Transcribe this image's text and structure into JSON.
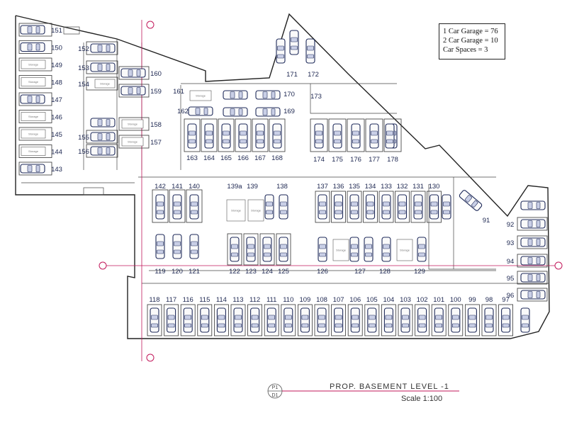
{
  "legend": {
    "one_car_garage": "1 Car Garage = 76",
    "two_car_garage": "2 Car Garage = 10",
    "car_spaces": "Car Spaces     = 3"
  },
  "title_block": {
    "tag_top": "P1",
    "tag_bottom": "D1",
    "title": "PROP.  BASEMENT LEVEL  -1",
    "scale": "Scale  1:100"
  },
  "colors": {
    "accent": "#c2185b",
    "ink": "#1c2650"
  },
  "storage_label": "Storage",
  "icons": [
    "car-icon",
    "grid-marker-icon"
  ],
  "bays": {
    "left_column": [
      "151",
      "150",
      "149",
      "148",
      "147",
      "146",
      "145",
      "144",
      "143"
    ],
    "column_152_156": [
      "152",
      "153",
      "154",
      "155",
      "156"
    ],
    "column_157_160": [
      "160",
      "159",
      "158",
      "157"
    ],
    "stall_161": "161",
    "upper_row_1": [
      "162",
      "163",
      "164",
      "165",
      "166",
      "167",
      "168"
    ],
    "upper_row_1_top": [
      "170",
      "169"
    ],
    "top_triangle": [
      "171",
      "172",
      "173"
    ],
    "upper_row_2": [
      "174",
      "175",
      "176",
      "177",
      "178"
    ],
    "middle_left": [
      "142",
      "141",
      "140"
    ],
    "middle_left_bottom": [
      "119",
      "120",
      "121"
    ],
    "middle_center": [
      "139",
      "138"
    ],
    "middle_center_top": "139a",
    "middle_center_bottom": [
      "122",
      "123",
      "124",
      "125"
    ],
    "middle_right": [
      "137",
      "136",
      "135",
      "134",
      "133",
      "132",
      "131",
      "130"
    ],
    "middle_right_bottom": [
      "126",
      "127",
      "128",
      "129"
    ],
    "right_wing": [
      "91",
      "92",
      "93",
      "94",
      "95",
      "96"
    ],
    "bottom_row": [
      "118",
      "117",
      "116",
      "115",
      "114",
      "113",
      "112",
      "111",
      "110",
      "109",
      "108",
      "107",
      "106",
      "105",
      "104",
      "103",
      "102",
      "101",
      "100",
      "99",
      "98",
      "97"
    ]
  }
}
